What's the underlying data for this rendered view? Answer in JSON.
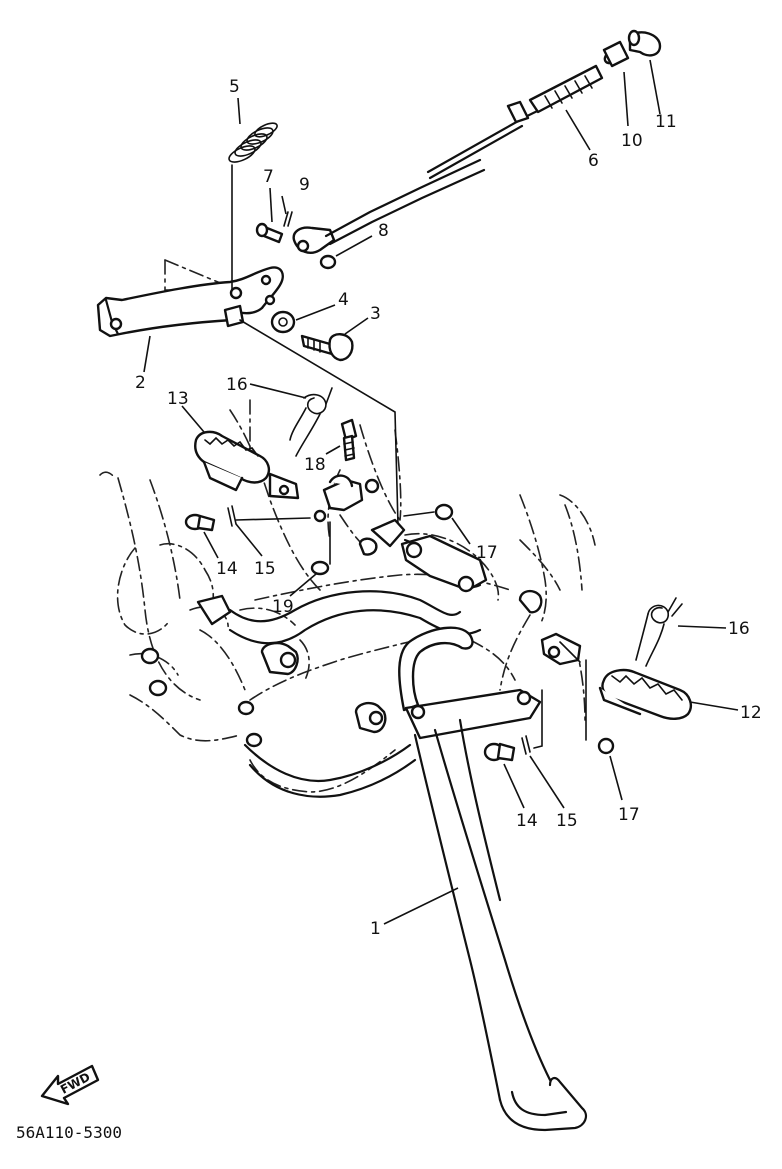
{
  "diagram": {
    "callouts": {
      "c1": "1",
      "c2": "2",
      "c3": "3",
      "c4": "4",
      "c5": "5",
      "c6": "6",
      "c7": "7",
      "c8": "8",
      "c9": "9",
      "c10": "10",
      "c11": "11",
      "c12": "12",
      "c13": "13",
      "c14a": "14",
      "c14b": "14",
      "c15a": "15",
      "c15b": "15",
      "c16a": "16",
      "c16b": "16",
      "c17a": "17",
      "c17b": "17",
      "c18": "18",
      "c19": "19"
    },
    "fwd_label": "FWD",
    "figure_code": "56A110-5300"
  }
}
